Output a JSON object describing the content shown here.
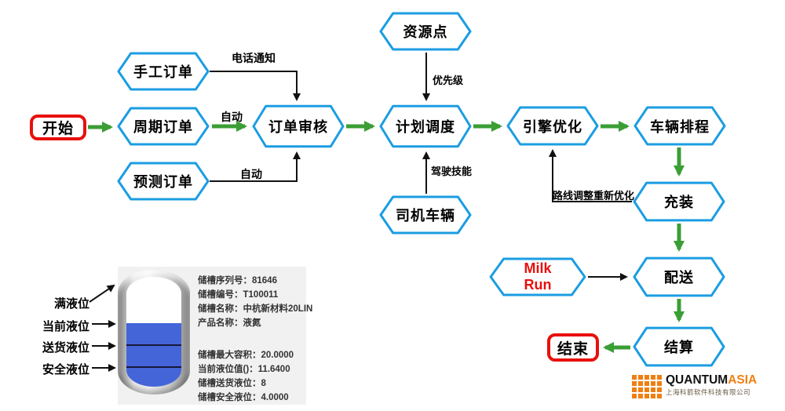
{
  "flowchart": {
    "start_label": "开始",
    "end_label": "结束",
    "nodes": {
      "manual_order": "手工订单",
      "periodic_order": "周期订单",
      "forecast_order": "预测订单",
      "order_review": "订单审核",
      "resource_point": "资源点",
      "plan_scheduling": "计划调度",
      "driver_vehicle": "司机车辆",
      "engine_optimization": "引擎优化",
      "vehicle_scheduling": "车辆排程",
      "filling": "充装",
      "milk_run": "Milk Run",
      "delivery": "配送",
      "settlement": "结算"
    },
    "edge_labels": {
      "phone_notice": "电话通知",
      "auto_1": "自动",
      "auto_2": "自动",
      "priority": "优先级",
      "driving_skill": "驾驶技能",
      "route_reoptimize": "路线调整重新优化"
    }
  },
  "tank": {
    "labels": {
      "full_level": "满液位",
      "current_level": "当前液位",
      "delivery_level": "送货液位",
      "safety_level": "安全液位"
    },
    "info_top": [
      "储槽序列号：81646",
      "储槽编号：T100011",
      "储槽名称：中杭新材料20LIN",
      "产品名称：液氮"
    ],
    "info_bottom": [
      "储槽最大容积：20.0000",
      "当前液位值()：11.6400",
      "储槽送货液位：8",
      "储槽安全液位：4.0000"
    ]
  },
  "logo": {
    "brand_black": "QUANTUM",
    "brand_orange": "ASIA",
    "company": "上海科箭软件科技有限公司"
  },
  "colors": {
    "node_border": "#1b9de2",
    "arrow_green": "#3a9e35",
    "arrow_black": "#111111",
    "accent_red": "#e8100c",
    "tank_liquid": "#4465d8",
    "panel_gray": "#f1f1f1",
    "logo_orange": "#f07f13"
  }
}
